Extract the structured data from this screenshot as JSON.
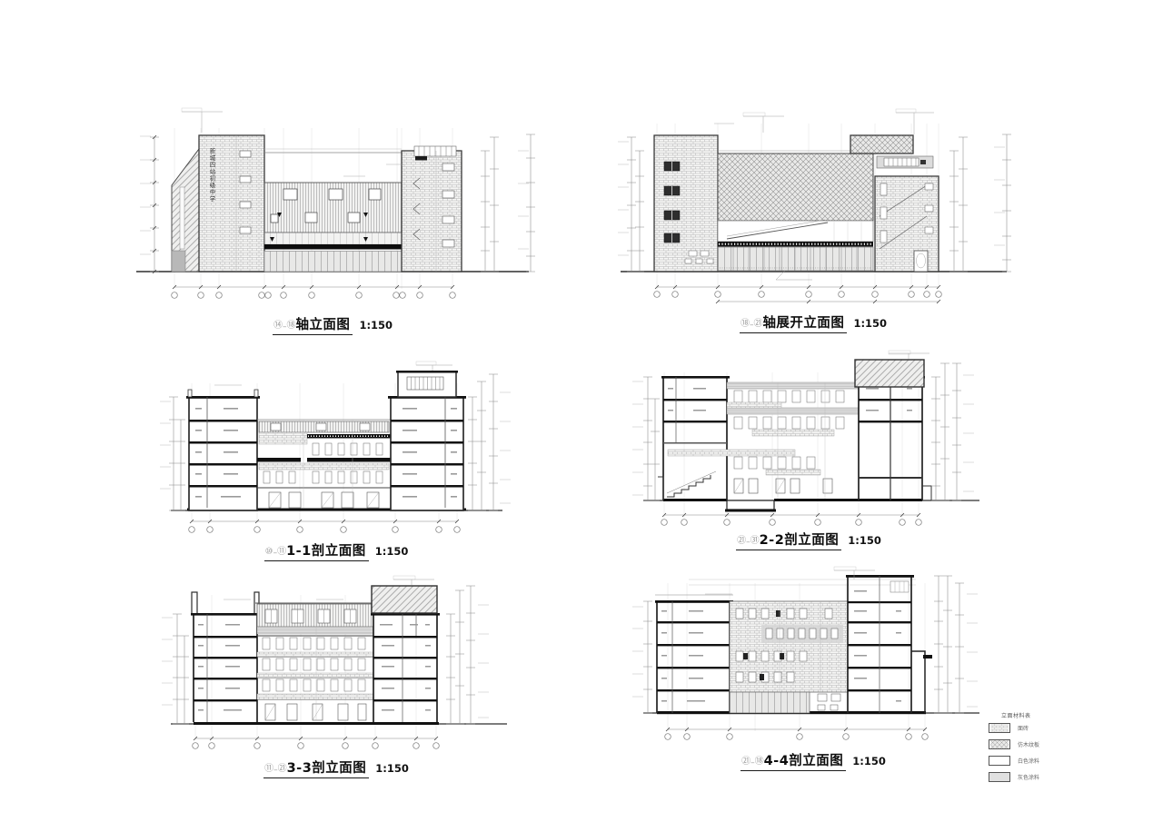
{
  "sheet": {
    "background": "#ffffff"
  },
  "drawings": [
    {
      "key": "a",
      "bubble_from": "⑭",
      "bubble_to": "⑱",
      "title": "轴立面图",
      "scale": "1:150",
      "tower_text": "新城四站初级中学"
    },
    {
      "key": "b",
      "bubble_from": "⑱",
      "bubble_to": "㉑",
      "title": "轴展开立面图",
      "scale": "1:150"
    },
    {
      "key": "c",
      "bubble_from": "⑩",
      "bubble_to": "⑪",
      "title": "1-1剖立面图",
      "scale": "1:150"
    },
    {
      "key": "d",
      "bubble_from": "㉑",
      "bubble_to": "㉛",
      "title": "2-2剖立面图",
      "scale": "1:150"
    },
    {
      "key": "e",
      "bubble_from": "⑪",
      "bubble_to": "㉑",
      "title": "3-3剖立面图",
      "scale": "1:150"
    },
    {
      "key": "f",
      "bubble_from": "㉑",
      "bubble_to": "⑱",
      "title": "4-4剖立面图",
      "scale": "1:150"
    }
  ],
  "legend": {
    "title": "立面材料表",
    "items": [
      {
        "label": "面砖"
      },
      {
        "label": "仿木纹板"
      },
      {
        "label": "白色涂料"
      },
      {
        "label": "灰色涂料"
      }
    ]
  },
  "colors": {
    "line": "#3a3a3a",
    "black_band": "#0f0f0f",
    "gray_panel": "#d6d6d6",
    "hatch_fill": "#efefee"
  }
}
